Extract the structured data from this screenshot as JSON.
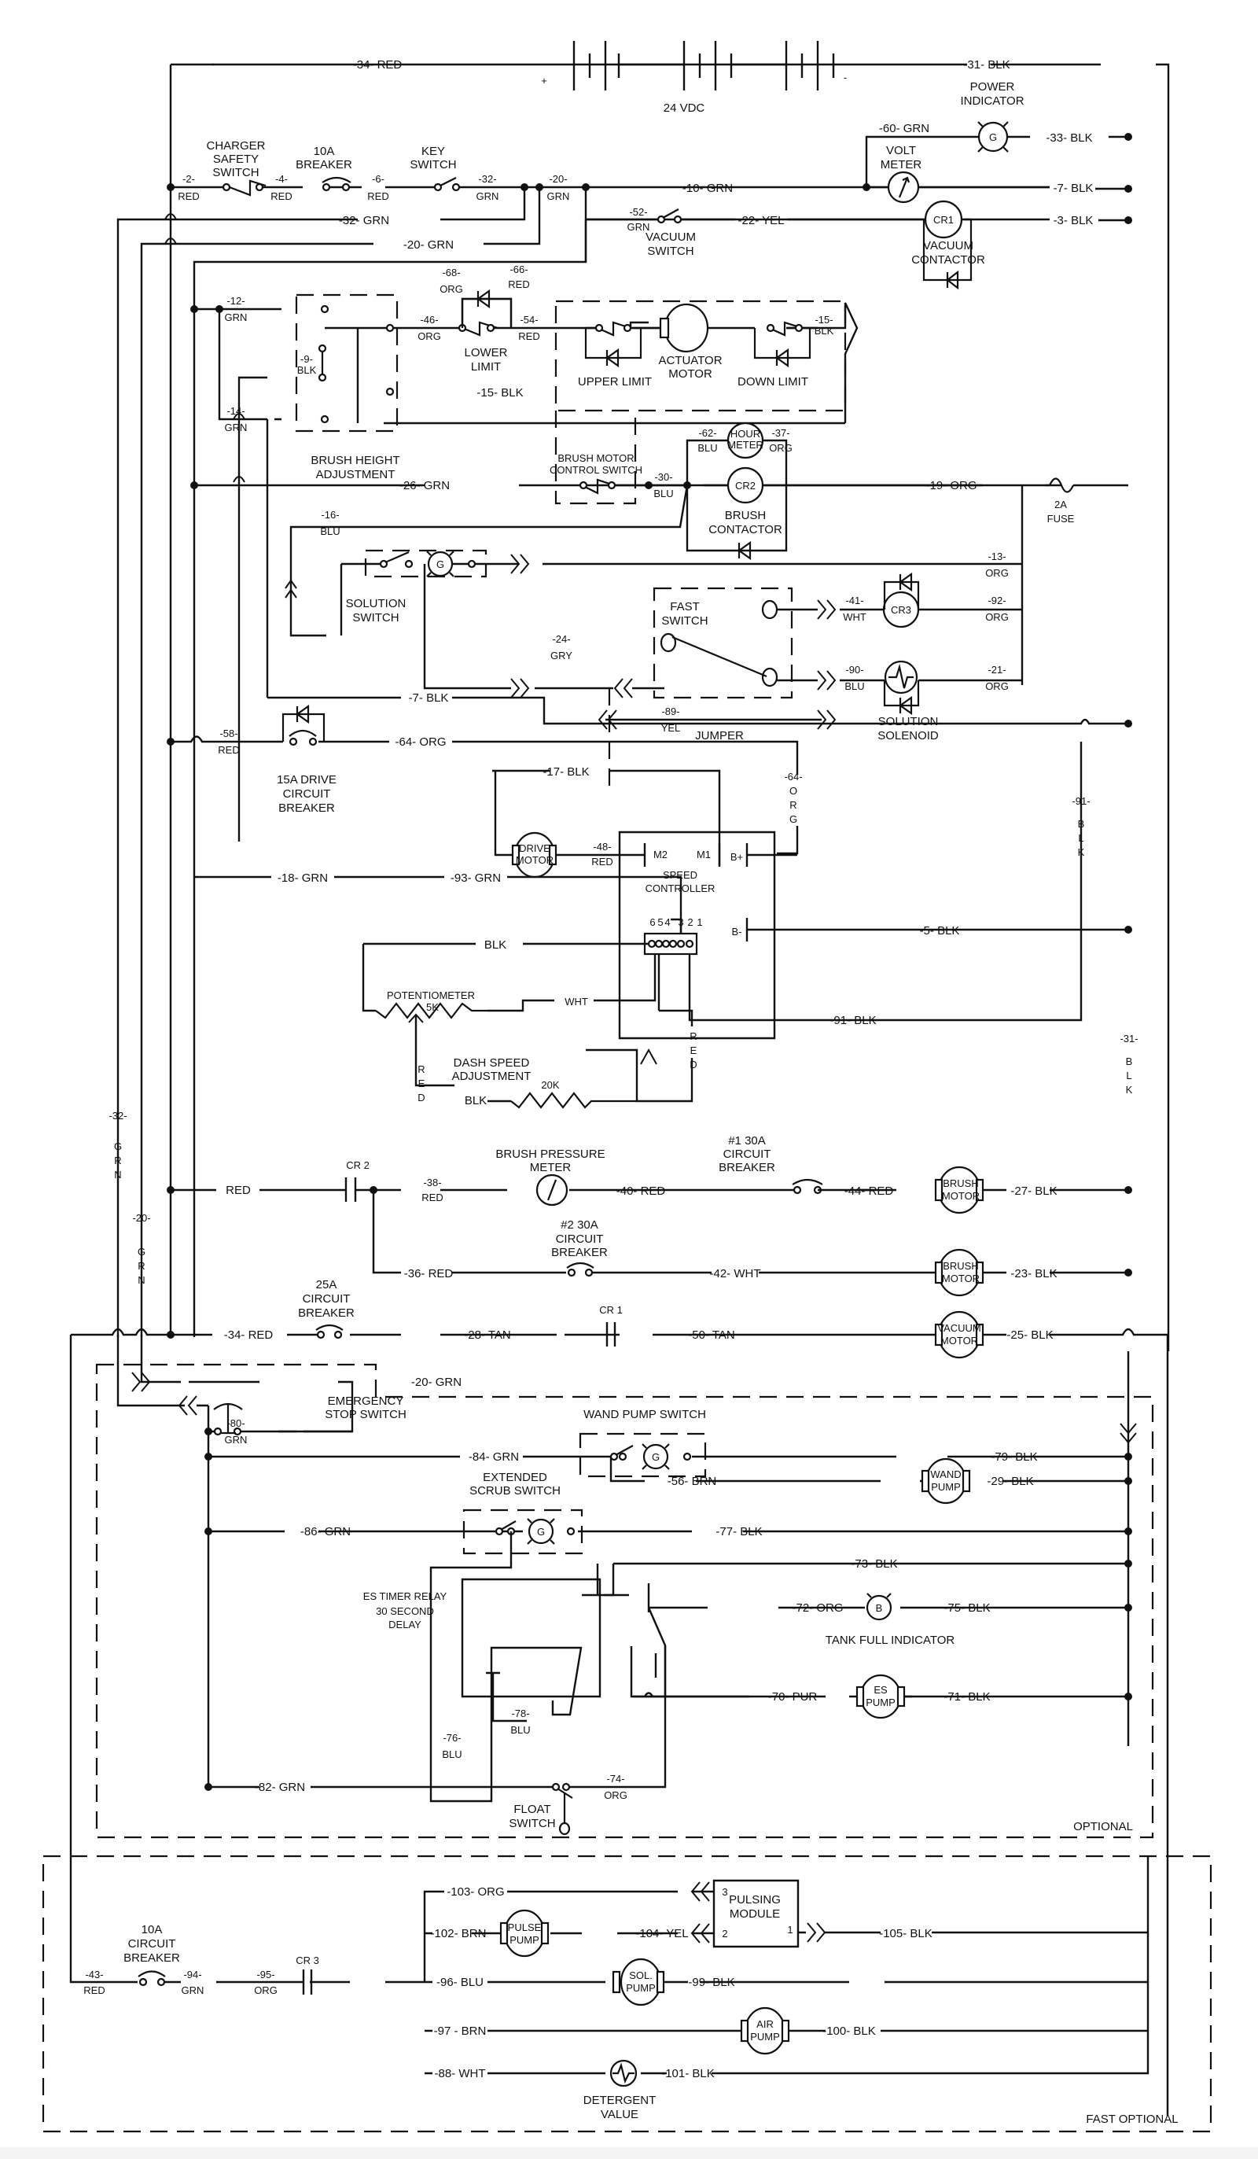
{
  "title": "Wiring Schematic - 24 VDC Scrubber",
  "power": {
    "battery_label": "24 VDC",
    "plus": "+",
    "minus": "-",
    "wire_34": "-34-  RED",
    "wire_31": "-31-  BLK"
  },
  "top_section": {
    "charger_safety_switch": [
      "CHARGER",
      "SAFETY",
      "SWITCH"
    ],
    "breaker_10a": [
      "10A",
      "BREAKER"
    ],
    "key_switch": [
      "KEY",
      "SWITCH"
    ],
    "w2": [
      "-2-",
      "RED"
    ],
    "w4": [
      "-4-",
      "RED"
    ],
    "w6": [
      "-6-",
      "RED"
    ],
    "w32": [
      "-32-",
      "GRN"
    ],
    "w20": [
      "-20-",
      "GRN"
    ],
    "w32_long": "-32-  GRN",
    "w20_long": "-20-  GRN",
    "w10": "-10-  GRN",
    "w52": [
      "-52-",
      "GRN"
    ],
    "vacuum_switch": [
      "VACUUM",
      "SWITCH"
    ],
    "w22": "-22-  YEL",
    "cr1": "CR1",
    "vacuum_contactor": [
      "VACUUM",
      "CONTACTOR"
    ],
    "w3": "-3-  BLK",
    "power_indicator": [
      "POWER",
      "INDICATOR"
    ],
    "w60": "-60-  GRN",
    "lamp_g": "G",
    "w33": "-33-  BLK",
    "volt_meter": [
      "VOLT",
      "METER"
    ],
    "w7": "-7-  BLK"
  },
  "brush_height": {
    "w12": [
      "-12-",
      "GRN"
    ],
    "w14": [
      "-14-",
      "GRN"
    ],
    "w9": [
      "-9-",
      "BLK"
    ],
    "w46": [
      "-46-",
      "ORG"
    ],
    "w68": [
      "-68-",
      "ORG"
    ],
    "w66": [
      "-66-",
      "RED"
    ],
    "w54": [
      "-54-",
      "RED"
    ],
    "w15a": [
      "-15-",
      "BLK"
    ],
    "w15b": "-15-  BLK",
    "lower_limit": [
      "LOWER",
      "LIMIT"
    ],
    "upper_limit": "UPPER LIMIT",
    "actuator_motor": [
      "ACTUATOR",
      "MOTOR"
    ],
    "down_limit": "DOWN LIMIT",
    "label": [
      "BRUSH HEIGHT",
      "ADJUSTMENT"
    ]
  },
  "brush_section": {
    "w26": "-26-  GRN",
    "brush_motor_control_switch": [
      "BRUSH MOTOR",
      "CONTROL SWITCH"
    ],
    "w30": [
      "-30-",
      "BLU"
    ],
    "w62": [
      "-62-",
      "BLU"
    ],
    "hour_meter": [
      "HOUR",
      "METER"
    ],
    "w37": [
      "-37-",
      "ORG"
    ],
    "cr2": "CR2",
    "brush_contactor": [
      "BRUSH",
      "CONTACTOR"
    ],
    "w19": "-19-  ORG",
    "fuse": [
      "2A",
      "FUSE"
    ],
    "w16": [
      "-16-",
      "BLU"
    ]
  },
  "solution_section": {
    "solution_switch": [
      "SOLUTION",
      "SWITCH"
    ],
    "w13": [
      "-13-",
      "ORG"
    ],
    "fast_switch": [
      "FAST",
      "SWITCH"
    ],
    "w24": [
      "-24-",
      "GRY"
    ],
    "w41": [
      "-41-",
      "WHT"
    ],
    "cr3": "CR3",
    "w92": [
      "-92-",
      "ORG"
    ],
    "w90": [
      "-90-",
      "BLU"
    ],
    "w21": [
      "-21-",
      "ORG"
    ],
    "solution_solenoid": [
      "SOLUTION",
      "SOLENOID"
    ],
    "w89": [
      "-89-",
      "YEL"
    ],
    "jumper": "JUMPER",
    "w7": "-7-  BLK"
  },
  "drive_section": {
    "w58": [
      "-58-",
      "RED"
    ],
    "breaker_15a": [
      "15A DRIVE",
      "CIRCUIT",
      "BREAKER"
    ],
    "w64": "-64-  ORG",
    "w64_vert": [
      "-64-",
      "O",
      "R",
      "G"
    ],
    "w17": "-17-  BLK",
    "drive_motor": [
      "DRIVE",
      "MOTOR"
    ],
    "w48": [
      "-48-",
      "RED"
    ],
    "m2": "M2",
    "m1": "M1",
    "bplus": "B+",
    "bminus": "B-",
    "speed_controller": [
      "SPEED",
      "CONTROLLER"
    ],
    "w18": "-18-  GRN",
    "w93": "-93-  GRN",
    "pins": [
      "6",
      "5",
      "4",
      "3",
      "2",
      "1"
    ],
    "blk": "BLK",
    "w5": "-5-  BLK",
    "w91": "-91-  BLK",
    "w91_vert": [
      "-91-",
      "B",
      "L",
      "K"
    ],
    "w31_vert": [
      "-31-",
      "B",
      "L",
      "K"
    ],
    "potentiometer": [
      "POTENTIOMETER",
      "5K"
    ],
    "wht": "WHT",
    "red_vert": [
      "R",
      "E",
      "D"
    ],
    "dash_speed": [
      "DASH SPEED",
      "ADJUSTMENT"
    ],
    "res_20k": "20K",
    "blk2": "BLK"
  },
  "left_verticals": {
    "w32": [
      "-32-",
      "G",
      "R",
      "N"
    ],
    "w20": [
      "-20-",
      "G",
      "R",
      "N"
    ]
  },
  "motor_section": {
    "red": "RED",
    "cr2": "CR 2",
    "w38": [
      "-38-",
      "RED"
    ],
    "brush_pressure_meter": [
      "BRUSH PRESSURE",
      "METER"
    ],
    "w40": "-40-  RED",
    "breaker1": [
      "#1 30A",
      "CIRCUIT",
      "BREAKER"
    ],
    "w44": "-44-  RED",
    "brush_motor": [
      "BRUSH",
      "MOTOR"
    ],
    "w27": "-27-  BLK",
    "w36": "-36-  RED",
    "breaker2": [
      "#2 30A",
      "CIRCUIT",
      "BREAKER"
    ],
    "w42": "-42-  WHT",
    "w23": "-23-  BLK",
    "breaker25": [
      "25A",
      "CIRCUIT",
      "BREAKER"
    ],
    "w34": "-34-  RED",
    "w28": "-28-  TAN",
    "cr1": "CR 1",
    "w50": "-50-  TAN",
    "vacuum_motor": [
      "VACUUM",
      "MOTOR"
    ],
    "w25": "-25-  BLK"
  },
  "optional_section": {
    "label": "OPTIONAL",
    "w20": "-20-  GRN",
    "emergency_stop": [
      "EMERGENCY",
      "STOP SWITCH"
    ],
    "w80": [
      "-80-",
      "GRN"
    ],
    "w84": "-84-  GRN",
    "wand_pump_switch": "WAND PUMP SWITCH",
    "w79": "-79-  BLK",
    "w56": "-56-  BRN",
    "wand_pump": [
      "WAND",
      "PUMP"
    ],
    "w29": "-29-  BLK",
    "extended_scrub": [
      "EXTENDED",
      "SCRUB SWITCH"
    ],
    "w86": "-86-  GRN",
    "w77": "-77-  BLK",
    "w73": "-73-  BLK",
    "es_timer": [
      "ES TIMER RELAY",
      "30 SECOND",
      "DELAY"
    ],
    "w72": "-72-  ORG",
    "lamp_b": "B",
    "w75": "-75-  BLK",
    "tank_full": "TANK FULL INDICATOR",
    "w78": [
      "-78-",
      "BLU"
    ],
    "w76": [
      "-76-",
      "BLU"
    ],
    "w70": "-70-  PUR",
    "es_pump": [
      "ES",
      "PUMP"
    ],
    "w71": "-71-  BLK",
    "w82": "-82-  GRN",
    "w74": [
      "-74-",
      "ORG"
    ],
    "float_switch": [
      "FLOAT",
      "SWITCH"
    ]
  },
  "fast_optional": {
    "label": "FAST OPTIONAL",
    "w43": [
      "-43-",
      "RED"
    ],
    "breaker10": [
      "10A",
      "CIRCUIT",
      "BREAKER"
    ],
    "w94": [
      "-94-",
      "GRN"
    ],
    "cr3": "CR 3",
    "w95": [
      "-95-",
      "ORG"
    ],
    "w103": "-103- ORG",
    "w102": "-102- BRN",
    "pulse_pump": [
      "PULSE",
      "PUMP"
    ],
    "w104": "-104-  YEL",
    "pulsing_module": [
      "PULSING",
      "MODULE"
    ],
    "pm_pins": [
      "3",
      "2",
      "1"
    ],
    "w105": "-105-  BLK",
    "w96": "-96-  BLU",
    "sol_pump": [
      "SOL.",
      "PUMP"
    ],
    "w99": "-99-  BLK",
    "w97": "-97 -  BRN",
    "air_pump": [
      "AIR",
      "PUMP"
    ],
    "w100": "-100-  BLK",
    "w88": "-88-  WHT",
    "detergent": [
      "DETERGENT",
      "VALUE"
    ],
    "w101": "-101- BLK"
  }
}
